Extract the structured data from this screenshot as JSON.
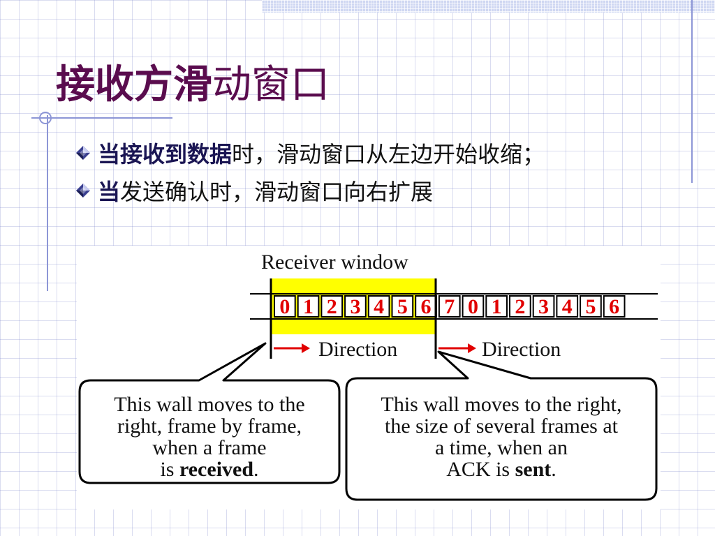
{
  "slide": {
    "title_bold": "接收方滑",
    "title_rest": "动窗口"
  },
  "bullets": [
    {
      "icon": "diamond-bullet-icon",
      "bold": "当接收到数据",
      "rest": "时，滑动窗口从左边开始收缩；"
    },
    {
      "icon": "diamond-bullet-icon",
      "bold": "当",
      "rest": "发送确认时，滑动窗口向右扩展"
    }
  ],
  "diagram": {
    "window_label": "Receiver window",
    "frames": [
      "0",
      "1",
      "2",
      "3",
      "4",
      "5",
      "6",
      "7",
      "0",
      "1",
      "2",
      "3",
      "4",
      "5",
      "6"
    ],
    "window_frame_count": 7,
    "direction_left": "Direction",
    "direction_right": "Direction",
    "callout_left": {
      "line1": "This wall moves to the",
      "line2": "right, frame by frame,",
      "line3": "when a frame",
      "line4_prefix": "is ",
      "line4_bold": "received",
      "line4_suffix": "."
    },
    "callout_right": {
      "line1": "This wall moves to the right,",
      "line2": "the size of several frames at",
      "line3": "a time, when an",
      "line4_prefix": "ACK is ",
      "line4_bold": "sent",
      "line4_suffix": "."
    },
    "colors": {
      "window_fill": "#ffff00",
      "frame_number": "#e10000",
      "arrow": "#e10000",
      "title": "#5a0c4e",
      "bullet_bold": "#1a1553"
    }
  }
}
